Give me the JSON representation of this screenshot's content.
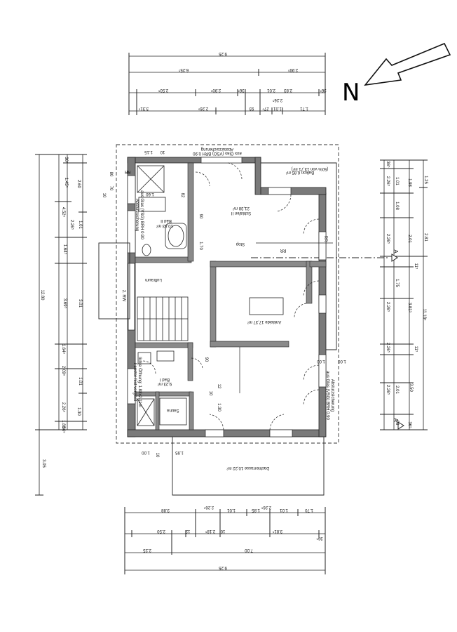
{
  "north": {
    "label": "N"
  },
  "dims_top": [
    {
      "text": "9.25"
    },
    {
      "text": "6.25⁵"
    },
    {
      "text": "2.99⁵"
    },
    {
      "text": "2.50⁵"
    },
    {
      "text": "2.90⁵"
    },
    {
      "text": "36⁵"
    },
    {
      "text": "2.01"
    },
    {
      "text": "2.83"
    },
    {
      "text": "36⁵"
    },
    {
      "text": "3.31⁵"
    },
    {
      "text": "2.26⁵"
    },
    {
      "text": "93"
    },
    {
      "text": "27⁵"
    },
    {
      "text": "1.01"
    },
    {
      "text": "2.26⁵"
    },
    {
      "text": "1.71"
    }
  ],
  "dims_bottom": [
    {
      "text": "3.88"
    },
    {
      "text": "2.26⁵"
    },
    {
      "text": "1.01"
    },
    {
      "text": "1.85"
    },
    {
      "text": "1.01"
    },
    {
      "text": "2.26⁵"
    },
    {
      "text": "1.70"
    },
    {
      "text": "2.50"
    },
    {
      "text": "12"
    },
    {
      "text": "2.18⁵"
    },
    {
      "text": "10"
    },
    {
      "text": "3.81⁵"
    },
    {
      "text": "36⁵"
    },
    {
      "text": "2.25"
    },
    {
      "text": "7.00"
    },
    {
      "text": "9.25"
    }
  ],
  "dims_left": [
    {
      "text": "36⁵"
    },
    {
      "text": "1.45⁵"
    },
    {
      "text": "2.60"
    },
    {
      "text": "4.52⁵"
    },
    {
      "text": "1.01"
    },
    {
      "text": "2.26⁵"
    },
    {
      "text": "1.64⁵"
    },
    {
      "text": "12.80"
    },
    {
      "text": "3.69⁵"
    },
    {
      "text": "3.01"
    },
    {
      "text": "1.64⁵"
    },
    {
      "text": "2.09⁵"
    },
    {
      "text": "1.01"
    },
    {
      "text": "2.26⁵"
    },
    {
      "text": "1.30"
    },
    {
      "text": "1.88"
    },
    {
      "text": "36⁵"
    },
    {
      "text": "3.05"
    }
  ],
  "dims_right": [
    {
      "text": "36⁵"
    },
    {
      "text": "2.26⁵"
    },
    {
      "text": "1.01"
    },
    {
      "text": "1.98"
    },
    {
      "text": "1.25"
    },
    {
      "text": "1.08"
    },
    {
      "text": "2.81"
    },
    {
      "text": "2.26⁵"
    },
    {
      "text": "2.01"
    },
    {
      "text": "11⁵"
    },
    {
      "text": "1.75"
    },
    {
      "text": "11.18⁵"
    },
    {
      "text": "2.26⁵"
    },
    {
      "text": "3.81⁵"
    },
    {
      "text": "2.26⁵"
    },
    {
      "text": "11⁵"
    },
    {
      "text": "2.26⁵"
    },
    {
      "text": "2.01"
    },
    {
      "text": "3.50"
    },
    {
      "text": "36⁵"
    },
    {
      "text": "96"
    }
  ],
  "rooms": [
    {
      "text": "Bad II"
    },
    {
      "text": "10,83 m²"
    },
    {
      "text": "Schlafen II"
    },
    {
      "text": "21,38 m²"
    },
    {
      "text": "Balkon 6,85 m²"
    },
    {
      "text": "(50% von 13,71 m²)"
    },
    {
      "text": "Luftraum"
    },
    {
      "text": "Ankleide 17,37 m²"
    },
    {
      "text": "Bad I"
    },
    {
      "text": "9,23 m²"
    },
    {
      "text": "Sauna"
    },
    {
      "text": "Dachterrasse 10,22 m²"
    }
  ],
  "notes": [
    {
      "text": "Absturzsicherung"
    },
    {
      "text": "aus Glas (VSG) BRH 0.90"
    },
    {
      "text": "Absturzsicherung"
    },
    {
      "text": "aus Glas (VSG) BRH 0.90"
    },
    {
      "text": "Absturzsicherung"
    },
    {
      "text": "aus Glas (VSG) BRH 0.90"
    },
    {
      "text": "Fenster fest verglast"
    },
    {
      "text": "lichte Öffnung: 1.88x2.11m"
    },
    {
      "text": "2. RW"
    },
    {
      "text": "Stop"
    },
    {
      "text": "RR"
    },
    {
      "text": "RR"
    },
    {
      "text": "RR"
    }
  ],
  "small_dims": [
    {
      "text": "1.15"
    },
    {
      "text": "10"
    },
    {
      "text": "80"
    },
    {
      "text": "70"
    },
    {
      "text": "10"
    },
    {
      "text": "1.60"
    },
    {
      "text": "82"
    },
    {
      "text": "90"
    },
    {
      "text": "1.70"
    },
    {
      "text": "90"
    },
    {
      "text": "10"
    },
    {
      "text": "12"
    },
    {
      "text": "1.30"
    },
    {
      "text": "1.00"
    },
    {
      "text": "10"
    },
    {
      "text": "1.95"
    },
    {
      "text": "1.00"
    },
    {
      "text": "1.00"
    }
  ],
  "section_marks": [
    {
      "text": "A"
    },
    {
      "text": "A"
    }
  ]
}
